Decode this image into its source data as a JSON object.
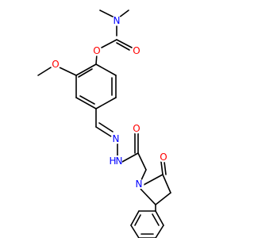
{
  "atoms": {
    "carbamate_n": {
      "text": "N",
      "color": "#0000ff"
    },
    "carbonyl_o_1": {
      "text": "O",
      "color": "#ff0000"
    },
    "ester_o": {
      "text": "O",
      "color": "#ff0000"
    },
    "methoxy_o": {
      "text": "O",
      "color": "#ff0000"
    },
    "imine_n": {
      "text": "N",
      "color": "#0000ff"
    },
    "hydrazide_n": {
      "text": "N",
      "color": "#0000ff"
    },
    "hydrazide_h": {
      "text": "H",
      "color": "#0000ff"
    },
    "carbonyl_o_2": {
      "text": "O",
      "color": "#ff0000"
    },
    "ring_n": {
      "text": "N",
      "color": "#0000ff"
    },
    "lactam_o": {
      "text": "O",
      "color": "#ff0000"
    }
  }
}
